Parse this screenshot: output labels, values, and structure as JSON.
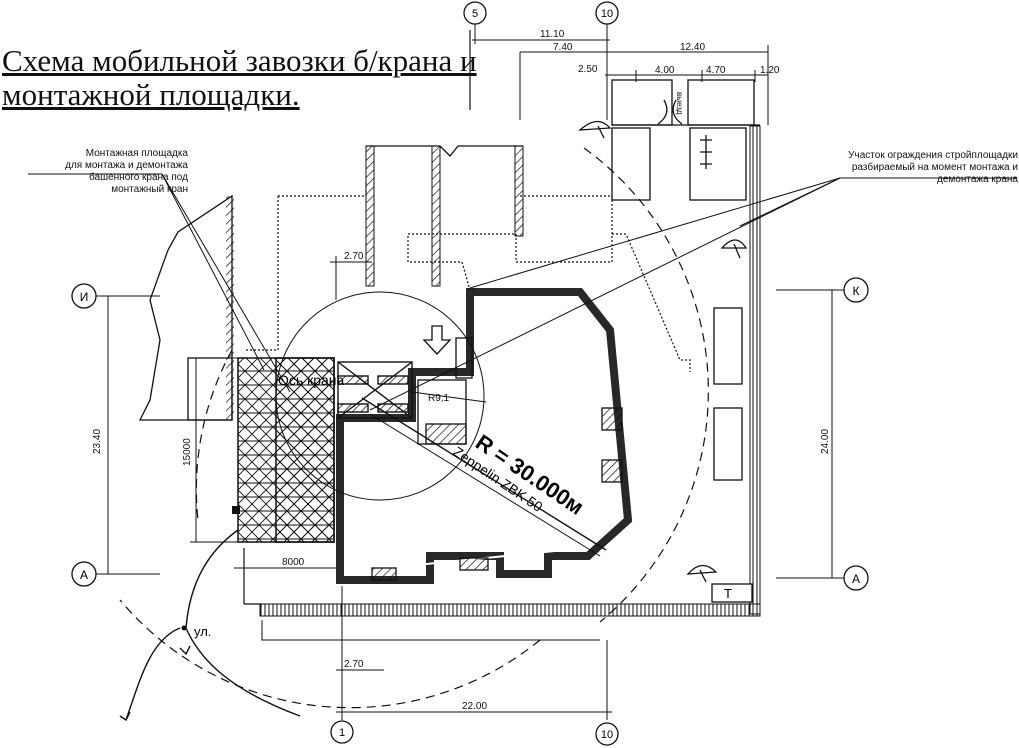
{
  "title": {
    "line1": "Схема мобильной завозки б/крана и",
    "line2": "монтажной площадки."
  },
  "notes": {
    "left": [
      "Монтажная площадка",
      "для монтажа и демонтажа",
      "башенного крана под",
      "монтажный кран"
    ],
    "right": [
      "Участок ограждения стройплощадки",
      "разбираемый на момент монтажа и",
      "демонтажа крана"
    ]
  },
  "axes": {
    "a5": "5",
    "a10_top": "10",
    "a1": "1",
    "a10_bottom": "10",
    "I": "И",
    "K": "К",
    "A_left": "А",
    "A_right": "А"
  },
  "dimensions": {
    "d11_10": "11.10",
    "d7_40": "7.40",
    "d12_40": "12.40",
    "d2_50": "2.50",
    "d4_00": "4.00",
    "d4_70": "4.70",
    "d1_20": "1.20",
    "d2_70_top": "2.70",
    "d2_70_bottom": "2.70",
    "d22_00": "22.00",
    "d23_40": "23.40",
    "d15000": "15000",
    "d24_00": "24.00",
    "d8000": "8000",
    "r9_1": "R9,1"
  },
  "labels": {
    "crane_axis": "Ось крана",
    "crane_radius": "R = 30.000м",
    "crane_model": "Zeppelin ZBK 50",
    "exit": "выезд",
    "transformer": "Т",
    "street": "ул."
  }
}
